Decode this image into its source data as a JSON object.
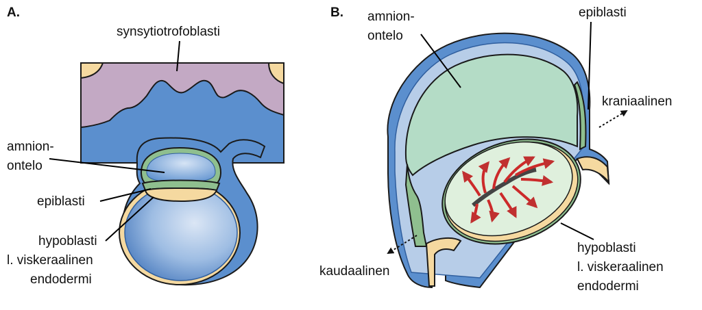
{
  "panels": {
    "a": {
      "tag": "A.",
      "labels": {
        "syncytio": "synsytiotrofoblasti",
        "amnion_line1": "amnion-",
        "amnion_line2": "ontelo",
        "epiblast": "epiblasti",
        "hypo_line1": "hypoblasti",
        "hypo_line2": "l. viskeraalinen",
        "hypo_line3": "endodermi"
      }
    },
    "b": {
      "tag": "B.",
      "labels": {
        "amnion_line1": "amnion-",
        "amnion_line2": "ontelo",
        "epiblast": "epiblasti",
        "cranial": "kraniaalinen",
        "caudal": "kaudaalinen",
        "hypo_line1": "hypoblasti",
        "hypo_line2": "l. viskeraalinen",
        "hypo_line3": "endodermi"
      }
    }
  },
  "colors": {
    "syncytiotrophoblast": "#c3a9c4",
    "trophoblast_blue": "#5b8fce",
    "pale_blue": "#b7cde8",
    "amnion_green": "#b4dcc6",
    "epiblast_green": "#8fbf8f",
    "hypoblast_yellow": "#f5d9a0",
    "disc_pale": "#dff0dd",
    "migration_red": "#cc2a2a"
  }
}
